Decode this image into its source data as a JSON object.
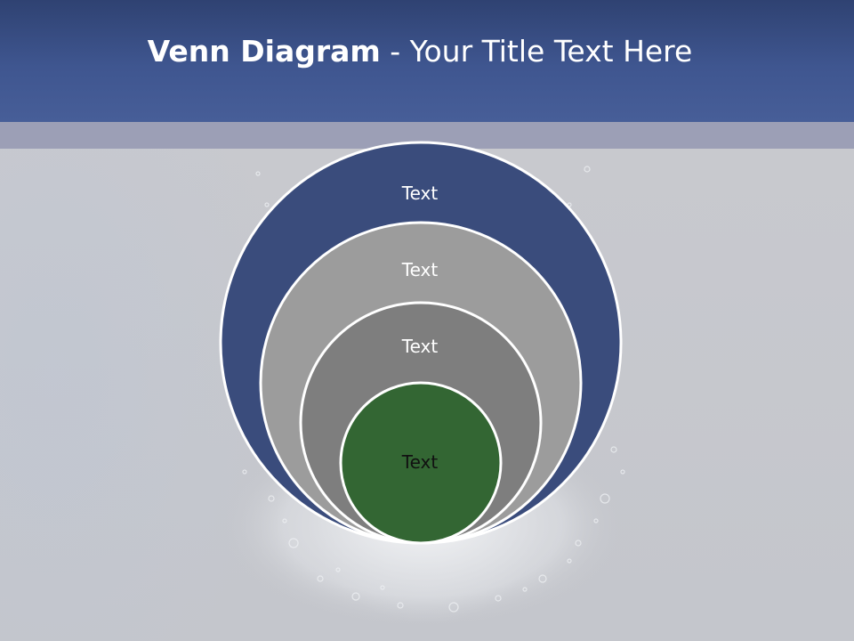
{
  "header": {
    "title_bold": "Venn Diagram",
    "title_rest": " - Your Title Text Here"
  },
  "diagram": {
    "circles": [
      {
        "label": "Text",
        "fill": "#3a4c7c",
        "text_color": "#ffffff"
      },
      {
        "label": "Text",
        "fill": "#9c9c9c",
        "text_color": "#ffffff"
      },
      {
        "label": "Text",
        "fill": "#7e7e7e",
        "text_color": "#ffffff"
      },
      {
        "label": "Text",
        "fill": "#336633",
        "text_color": "#111111"
      }
    ]
  },
  "colors": {
    "header": "#3f5690",
    "header_band": "#9c9fb6",
    "background": "#c6c8cd",
    "circle_stroke": "#ffffff"
  }
}
